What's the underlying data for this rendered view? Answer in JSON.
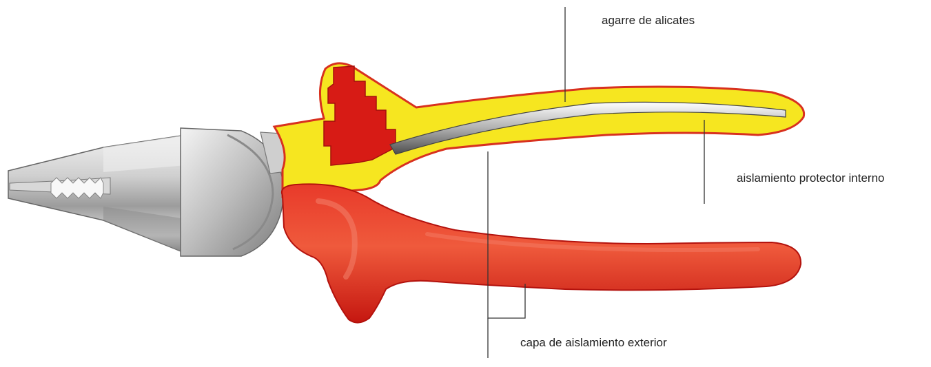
{
  "figure": {
    "subject": "pliers-cutaway",
    "labels": {
      "grip": "agarre de alicates",
      "inner_insulation": "aislamiento protector interno",
      "outer_insulation": "capa de aislamiento exterior"
    }
  },
  "colors": {
    "yellow_insulation": "#f6e620",
    "red_insulation": "#e0201b",
    "dark_red": "#b81410",
    "steel_light": "#e6e6e6",
    "steel_mid": "#b9b9b9",
    "steel_dark": "#6e6e6e",
    "leader_line": "#333333"
  }
}
